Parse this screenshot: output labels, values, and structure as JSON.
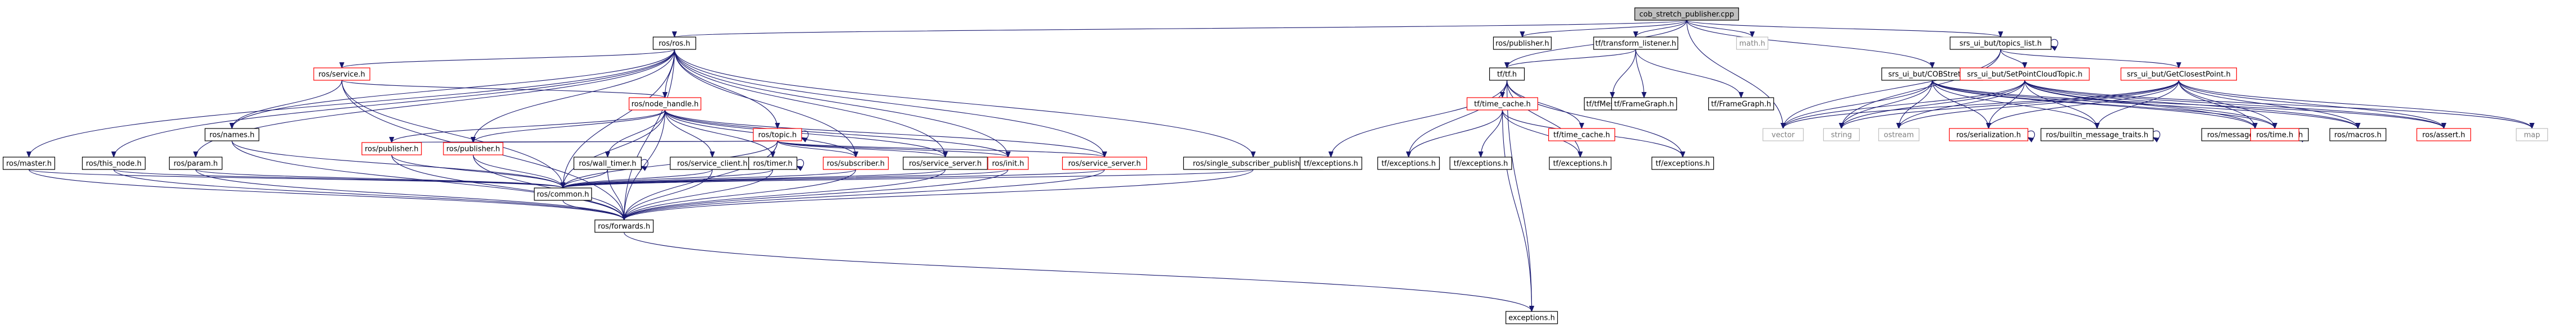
{
  "title": "cob_stretch_publisher.cpp",
  "colors": {
    "edge": "#191970",
    "node_border": "#000000",
    "node_border_red": "#ff0000",
    "node_border_gray": "#bfbfbf",
    "root_fill": "#bfbfbf",
    "node_fill": "#ffffff",
    "text": "#000000",
    "text_gray": "#7f7f7f"
  },
  "nodes": [
    {
      "id": "root",
      "label": "cob_stretch_publisher.cpp",
      "style": "root"
    },
    {
      "id": "ros_ros",
      "label": "ros/ros.h",
      "style": "normal"
    },
    {
      "id": "ros_publisher_top",
      "label": "ros/publisher.h",
      "style": "normal"
    },
    {
      "id": "tf_transform_listener",
      "label": "tf/transform_listener.h",
      "style": "normal"
    },
    {
      "id": "math",
      "label": "math.h",
      "style": "gray"
    },
    {
      "id": "srs_topics_list",
      "label": "srs_ui_but/topics_list.h",
      "style": "normal"
    },
    {
      "id": "ros_service",
      "label": "ros/service.h",
      "style": "red"
    },
    {
      "id": "ros_node_handle",
      "label": "ros/node_handle.h",
      "style": "red"
    },
    {
      "id": "ros_topic",
      "label": "ros/topic.h",
      "style": "red"
    },
    {
      "id": "ros_names",
      "label": "ros/names.h",
      "style": "normal"
    },
    {
      "id": "ros_master",
      "label": "ros/master.h",
      "style": "normal"
    },
    {
      "id": "ros_this_node",
      "label": "ros/this_node.h",
      "style": "normal"
    },
    {
      "id": "ros_param",
      "label": "ros/param.h",
      "style": "normal"
    },
    {
      "id": "ros_publisher_a",
      "label": "ros/publisher.h",
      "style": "red"
    },
    {
      "id": "ros_publisher_b",
      "label": "ros/publisher.h",
      "style": "red"
    },
    {
      "id": "ros_wall_timer",
      "label": "ros/wall_timer.h",
      "style": "normal"
    },
    {
      "id": "ros_service_client",
      "label": "ros/service_client.h",
      "style": "normal"
    },
    {
      "id": "ros_timer",
      "label": "ros/timer.h",
      "style": "normal"
    },
    {
      "id": "ros_subscriber",
      "label": "ros/subscriber.h",
      "style": "red"
    },
    {
      "id": "ros_service_server_a",
      "label": "ros/service_server.h",
      "style": "normal"
    },
    {
      "id": "ros_init",
      "label": "ros/init.h",
      "style": "red"
    },
    {
      "id": "ros_service_server_b",
      "label": "ros/service_server.h",
      "style": "red"
    },
    {
      "id": "ros_single_sub_pub",
      "label": "ros/single_subscriber_publisher.h",
      "style": "normal"
    },
    {
      "id": "ros_common",
      "label": "ros/common.h",
      "style": "normal"
    },
    {
      "id": "ros_forwards",
      "label": "ros/forwards.h",
      "style": "normal"
    },
    {
      "id": "exceptions",
      "label": "exceptions.h",
      "style": "normal"
    },
    {
      "id": "tf_tf",
      "label": "tf/tf.h",
      "style": "normal"
    },
    {
      "id": "tf_tfmessage",
      "label": "tf/tfMessage.h",
      "style": "normal"
    },
    {
      "id": "tf_framegraph_a",
      "label": "tf/FrameGraph.h",
      "style": "normal"
    },
    {
      "id": "tf_framegraph_b",
      "label": "tf/FrameGraph.h",
      "style": "normal"
    },
    {
      "id": "tf_time_cache_a",
      "label": "tf/time_cache.h",
      "style": "red"
    },
    {
      "id": "tf_time_cache_b",
      "label": "tf/time_cache.h",
      "style": "red"
    },
    {
      "id": "tf_exceptions_1",
      "label": "tf/exceptions.h",
      "style": "normal"
    },
    {
      "id": "tf_exceptions_2",
      "label": "tf/exceptions.h",
      "style": "normal"
    },
    {
      "id": "tf_exceptions_3",
      "label": "tf/exceptions.h",
      "style": "normal"
    },
    {
      "id": "tf_exceptions_4",
      "label": "tf/exceptions.h",
      "style": "normal"
    },
    {
      "id": "tf_exceptions_5",
      "label": "tf/exceptions.h",
      "style": "normal"
    },
    {
      "id": "srs_cob_stretch",
      "label": "srs_ui_but/COBStretch.h",
      "style": "normal"
    },
    {
      "id": "srs_set_point_cloud",
      "label": "srs_ui_but/SetPointCloudTopic.h",
      "style": "red"
    },
    {
      "id": "srs_get_closest",
      "label": "srs_ui_but/GetClosestPoint.h",
      "style": "red"
    },
    {
      "id": "vector",
      "label": "vector",
      "style": "gray"
    },
    {
      "id": "string",
      "label": "string",
      "style": "gray"
    },
    {
      "id": "ostream",
      "label": "ostream",
      "style": "gray"
    },
    {
      "id": "ros_serialization",
      "label": "ros/serialization.h",
      "style": "red"
    },
    {
      "id": "ros_builtin_traits",
      "label": "ros/builtin_message_traits.h",
      "style": "normal"
    },
    {
      "id": "ros_message_ops",
      "label": "ros/message_operations.h",
      "style": "normal"
    },
    {
      "id": "ros_time",
      "label": "ros/time.h",
      "style": "red"
    },
    {
      "id": "ros_macros",
      "label": "ros/macros.h",
      "style": "normal"
    },
    {
      "id": "ros_assert",
      "label": "ros/assert.h",
      "style": "red"
    },
    {
      "id": "map",
      "label": "map",
      "style": "gray"
    }
  ],
  "edges": [
    [
      "root",
      "ros_ros"
    ],
    [
      "root",
      "ros_publisher_top"
    ],
    [
      "root",
      "tf_transform_listener"
    ],
    [
      "root",
      "math"
    ],
    [
      "root",
      "srs_topics_list"
    ],
    [
      "root",
      "tf_tf"
    ],
    [
      "root",
      "vector"
    ],
    [
      "root",
      "srs_cob_stretch"
    ],
    [
      "ros_ros",
      "ros_service"
    ],
    [
      "ros_ros",
      "ros_node_handle"
    ],
    [
      "ros_ros",
      "ros_topic"
    ],
    [
      "ros_ros",
      "ros_names"
    ],
    [
      "ros_ros",
      "ros_master"
    ],
    [
      "ros_ros",
      "ros_this_node"
    ],
    [
      "ros_ros",
      "ros_param"
    ],
    [
      "ros_ros",
      "ros_publisher_b"
    ],
    [
      "ros_ros",
      "ros_subscriber"
    ],
    [
      "ros_ros",
      "ros_service_server_a"
    ],
    [
      "ros_ros",
      "ros_init"
    ],
    [
      "ros_ros",
      "ros_service_server_b"
    ],
    [
      "ros_ros",
      "ros_single_sub_pub"
    ],
    [
      "ros_ros",
      "ros_forwards"
    ],
    [
      "ros_ros",
      "ros_common"
    ],
    [
      "ros_service",
      "ros_node_handle"
    ],
    [
      "ros_service",
      "ros_names"
    ],
    [
      "ros_service",
      "ros_common"
    ],
    [
      "ros_service",
      "ros_forwards"
    ],
    [
      "ros_node_handle",
      "ros_publisher_a"
    ],
    [
      "ros_node_handle",
      "ros_publisher_b"
    ],
    [
      "ros_node_handle",
      "ros_wall_timer"
    ],
    [
      "ros_node_handle",
      "ros_service_client"
    ],
    [
      "ros_node_handle",
      "ros_timer"
    ],
    [
      "ros_node_handle",
      "ros_subscriber"
    ],
    [
      "ros_node_handle",
      "ros_service_server_a"
    ],
    [
      "ros_node_handle",
      "ros_init"
    ],
    [
      "ros_node_handle",
      "ros_service_server_b"
    ],
    [
      "ros_node_handle",
      "ros_common"
    ],
    [
      "ros_node_handle",
      "ros_forwards"
    ],
    [
      "ros_topic",
      "ros_publisher_a"
    ],
    [
      "ros_topic",
      "ros_publisher_b"
    ],
    [
      "ros_topic",
      "ros_subscriber"
    ],
    [
      "ros_topic",
      "ros_service_server_a"
    ],
    [
      "ros_topic",
      "ros_init"
    ],
    [
      "ros_topic",
      "ros_service_server_b"
    ],
    [
      "ros_topic",
      "ros_timer"
    ],
    [
      "ros_topic",
      "ros_common"
    ],
    [
      "ros_topic",
      "ros_forwards"
    ],
    [
      "ros_names",
      "ros_common"
    ],
    [
      "ros_names",
      "ros_forwards"
    ],
    [
      "ros_master",
      "ros_forwards"
    ],
    [
      "ros_master",
      "ros_common"
    ],
    [
      "ros_this_node",
      "ros_common"
    ],
    [
      "ros_this_node",
      "ros_forwards"
    ],
    [
      "ros_param",
      "ros_common"
    ],
    [
      "ros_param",
      "ros_forwards"
    ],
    [
      "ros_publisher_a",
      "ros_common"
    ],
    [
      "ros_publisher_a",
      "ros_forwards"
    ],
    [
      "ros_publisher_b",
      "ros_common"
    ],
    [
      "ros_publisher_b",
      "ros_forwards"
    ],
    [
      "ros_wall_timer",
      "ros_common"
    ],
    [
      "ros_wall_timer",
      "ros_forwards"
    ],
    [
      "ros_service_client",
      "ros_common"
    ],
    [
      "ros_service_client",
      "ros_forwards"
    ],
    [
      "ros_timer",
      "ros_common"
    ],
    [
      "ros_timer",
      "ros_forwards"
    ],
    [
      "ros_subscriber",
      "ros_common"
    ],
    [
      "ros_subscriber",
      "ros_forwards"
    ],
    [
      "ros_service_server_a",
      "ros_common"
    ],
    [
      "ros_service_server_a",
      "ros_forwards"
    ],
    [
      "ros_init",
      "ros_common"
    ],
    [
      "ros_init",
      "ros_forwards"
    ],
    [
      "ros_service_server_b",
      "ros_common"
    ],
    [
      "ros_service_server_b",
      "ros_forwards"
    ],
    [
      "ros_single_sub_pub",
      "ros_common"
    ],
    [
      "ros_single_sub_pub",
      "ros_forwards"
    ],
    [
      "ros_common",
      "ros_forwards"
    ],
    [
      "ros_forwards",
      "exceptions"
    ],
    [
      "tf_transform_listener",
      "tf_tf"
    ],
    [
      "tf_transform_listener",
      "tf_tfmessage"
    ],
    [
      "tf_transform_listener",
      "tf_framegraph_a"
    ],
    [
      "tf_transform_listener",
      "tf_framegraph_b"
    ],
    [
      "tf_tf",
      "tf_exceptions_1"
    ],
    [
      "tf_tf",
      "tf_exceptions_2"
    ],
    [
      "tf_tf",
      "tf_time_cache_a"
    ],
    [
      "tf_tf",
      "tf_time_cache_b"
    ],
    [
      "tf_tf",
      "tf_exceptions_4"
    ],
    [
      "tf_tf",
      "tf_exceptions_5"
    ],
    [
      "tf_tf",
      "exceptions"
    ],
    [
      "tf_time_cache_a",
      "tf_exceptions_2"
    ],
    [
      "tf_time_cache_a",
      "tf_exceptions_3"
    ],
    [
      "tf_time_cache_a",
      "tf_exceptions_4"
    ],
    [
      "tf_time_cache_a",
      "tf_exceptions_5"
    ],
    [
      "tf_time_cache_a",
      "exceptions"
    ],
    [
      "srs_topics_list",
      "srs_set_point_cloud"
    ],
    [
      "srs_topics_list",
      "srs_get_closest"
    ],
    [
      "srs_topics_list",
      "vector"
    ],
    [
      "srs_topics_list",
      "string"
    ],
    [
      "srs_cob_stretch",
      "vector"
    ],
    [
      "srs_cob_stretch",
      "string"
    ],
    [
      "srs_cob_stretch",
      "ostream"
    ],
    [
      "srs_cob_stretch",
      "ros_serialization"
    ],
    [
      "srs_cob_stretch",
      "ros_builtin_traits"
    ],
    [
      "srs_cob_stretch",
      "ros_message_ops"
    ],
    [
      "srs_cob_stretch",
      "ros_time"
    ],
    [
      "srs_cob_stretch",
      "ros_macros"
    ],
    [
      "srs_cob_stretch",
      "ros_assert"
    ],
    [
      "srs_set_point_cloud",
      "string"
    ],
    [
      "srs_set_point_cloud",
      "vector"
    ],
    [
      "srs_set_point_cloud",
      "ostream"
    ],
    [
      "srs_set_point_cloud",
      "ros_serialization"
    ],
    [
      "srs_set_point_cloud",
      "ros_builtin_traits"
    ],
    [
      "srs_set_point_cloud",
      "ros_message_ops"
    ],
    [
      "srs_set_point_cloud",
      "ros_time"
    ],
    [
      "srs_set_point_cloud",
      "ros_macros"
    ],
    [
      "srs_set_point_cloud",
      "ros_assert"
    ],
    [
      "srs_set_point_cloud",
      "map"
    ],
    [
      "srs_get_closest",
      "string"
    ],
    [
      "srs_get_closest",
      "vector"
    ],
    [
      "srs_get_closest",
      "ostream"
    ],
    [
      "srs_get_closest",
      "ros_serialization"
    ],
    [
      "srs_get_closest",
      "ros_builtin_traits"
    ],
    [
      "srs_get_closest",
      "ros_message_ops"
    ],
    [
      "srs_get_closest",
      "ros_time"
    ],
    [
      "srs_get_closest",
      "ros_macros"
    ],
    [
      "srs_get_closest",
      "ros_assert"
    ],
    [
      "srs_get_closest",
      "map"
    ]
  ],
  "self_loops": [
    "ros_wall_timer",
    "ros_timer",
    "ros_topic",
    "srs_topics_list",
    "ros_serialization",
    "ros_builtin_traits",
    "ros_time"
  ]
}
